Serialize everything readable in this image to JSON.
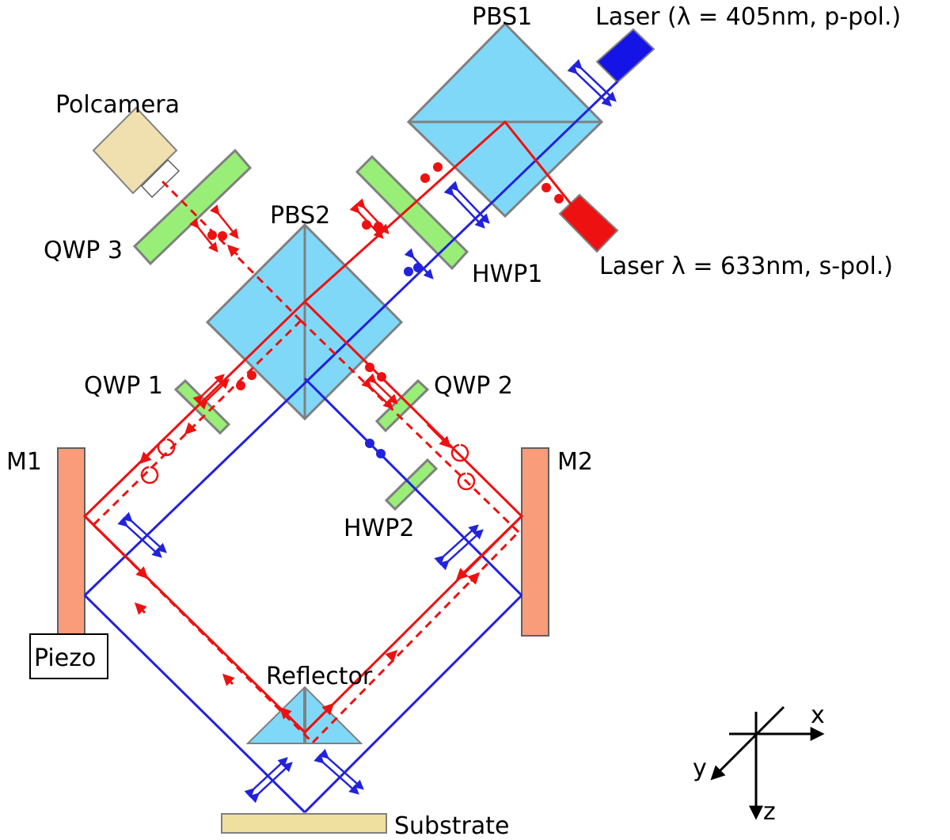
{
  "labels": {
    "pbs1": "PBS1",
    "pbs2": "PBS2",
    "laser_blue": "Laser (λ = 405nm, p-pol.)",
    "laser_red": "Laser λ = 633nm, s-pol.)",
    "polcamera": "Polcamera",
    "qwp3": "QWP 3",
    "hwp1": "HWP1",
    "qwp1": "QWP 1",
    "qwp2": "QWP 2",
    "m1": "M1",
    "m2": "M2",
    "hwp2": "HWP2",
    "piezo": "Piezo",
    "reflector": "Reflector",
    "substrate": "Substrate",
    "axis_x": "x",
    "axis_y": "y",
    "axis_z": "z"
  },
  "colors": {
    "red_beam": "#ee1111",
    "blue_beam": "#2222dd",
    "pbs_fill": "#80d8f8",
    "waveplate_fill": "#99ee77",
    "mirror_fill": "#f89c7a",
    "camera_fill": "#f0e0b0",
    "substrate_fill": "#f0e0a0",
    "laser_blue_fill": "#1414e6",
    "laser_red_fill": "#ee1111",
    "outline": "#808080"
  }
}
